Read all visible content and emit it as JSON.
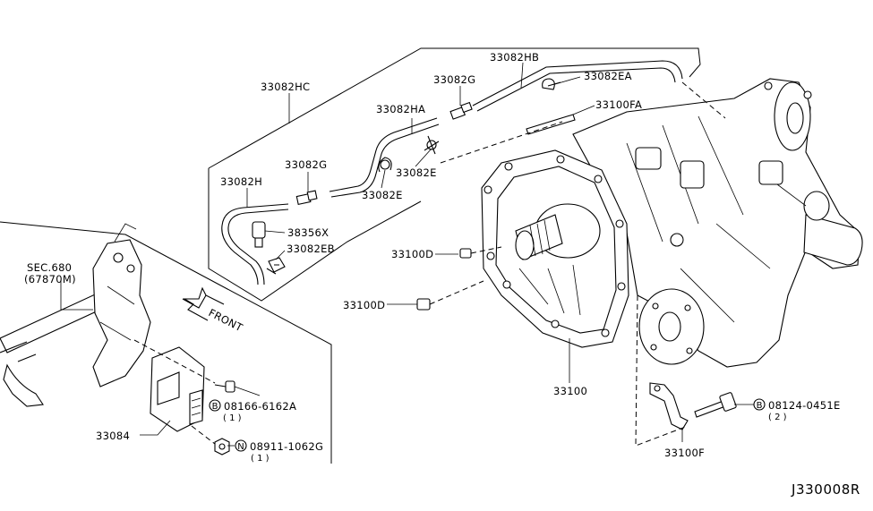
{
  "labels": {
    "hc": "33082HC",
    "hb": "33082HB",
    "g_top": "33082G",
    "ea": "33082EA",
    "ha": "33082HA",
    "fa": "33100FA",
    "g_mid": "33082G",
    "e1": "33082E",
    "e2": "33082E",
    "h": "33082H",
    "x": "38356X",
    "eb": "33082EB",
    "d1": "33100D",
    "d2": "33100D",
    "sec": "SEC.680",
    "sec_ref": "(67870M)",
    "front": "FRONT",
    "b1_code": "08166-6162A",
    "b1_qty": "( 1 )",
    "p33084": "33084",
    "n_code": "08911-1062G",
    "n_qty": "( 1 )",
    "p33100": "33100",
    "b2_code": "08124-0451E",
    "b2_qty": "( 2 )",
    "f": "33100F",
    "diagram_code": "J330008R"
  },
  "symbols": {
    "bolt": "B",
    "nut": "N"
  }
}
